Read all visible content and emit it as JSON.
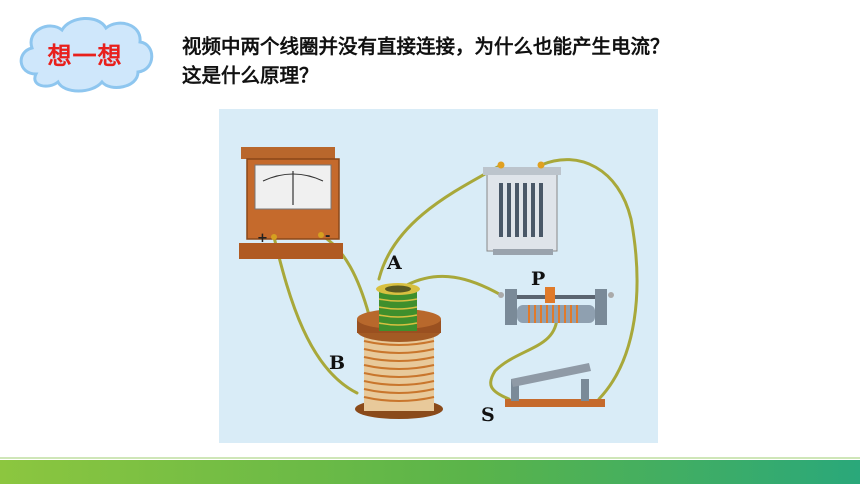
{
  "badge": {
    "text": "想一想",
    "fill": "#cfe7fb",
    "stroke": "#8ec6ef",
    "text_color": "#e8201c"
  },
  "question": {
    "line1": "视频中两个线圈并没有直接连接，为什么也能产生电流？",
    "line2": "这是什么原理？"
  },
  "figure": {
    "background": "#d9ecf7",
    "meter_plus": "+",
    "meter_minus": "-",
    "label_a": "A",
    "label_b": "B",
    "label_p": "P",
    "label_s": "S"
  },
  "colors": {
    "wire": "#a8a83a",
    "footer_start": "#8cc63f",
    "footer_end": "#2aa87a"
  }
}
